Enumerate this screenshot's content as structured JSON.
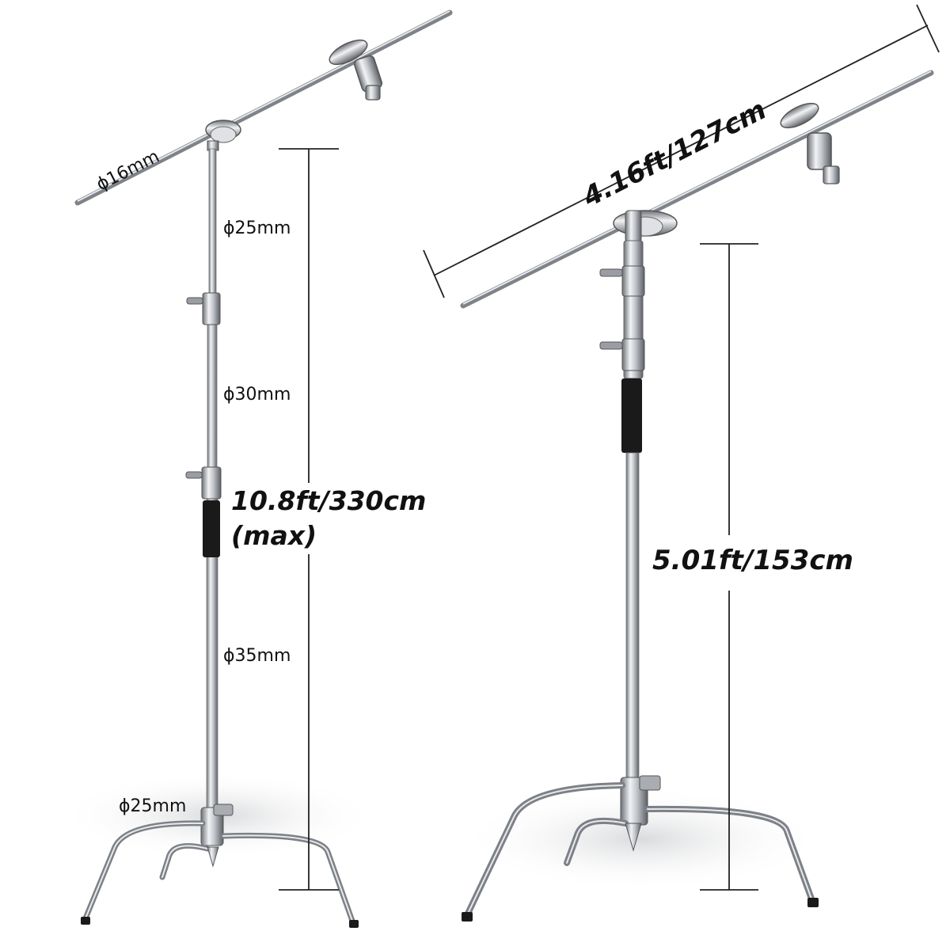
{
  "left_stand": {
    "boom_diameter": "ϕ16mm",
    "upper_riser_diameter": "ϕ25mm",
    "middle_riser_diameter": "ϕ30mm",
    "lower_riser_diameter": "ϕ35mm",
    "base_diameter": "ϕ25mm",
    "max_height_label": "10.8ft/330cm",
    "max_height_note": "(max)"
  },
  "right_stand": {
    "boom_length_label": "4.16ft/127cm",
    "min_height_label": "5.01ft/153cm"
  },
  "colors": {
    "background": "#ffffff",
    "text": "#111111",
    "steel": "#b8bcc2",
    "grip": "#1a1a1a"
  }
}
